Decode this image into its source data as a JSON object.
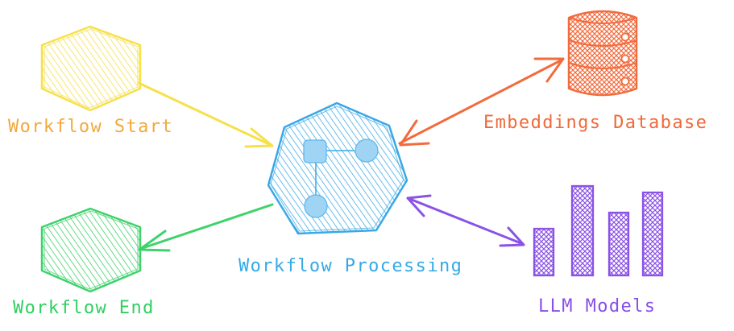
{
  "colors": {
    "start": "#f7e04a",
    "start_text": "#f2a93b",
    "end": "#3fd26b",
    "end_text": "#2fcf60",
    "processing": "#3aa8e6",
    "processing_text": "#35a9e6",
    "database": "#f26b3d",
    "database_text": "#f0693a",
    "llm": "#8a52e6",
    "llm_text": "#8a4fe6"
  },
  "nodes": {
    "start": {
      "label": "Workflow Start",
      "icon": "hexagon-icon"
    },
    "end": {
      "label": "Workflow End",
      "icon": "hexagon-icon"
    },
    "processing": {
      "label": "Workflow Processing",
      "icon": "heptagon-network-icon"
    },
    "database": {
      "label": "Embeddings Database",
      "icon": "database-cylinder-icon"
    },
    "llm": {
      "label": "LLM Models",
      "icon": "bar-chart-icon"
    }
  },
  "edges": [
    {
      "from": "start",
      "to": "processing",
      "direction": "forward"
    },
    {
      "from": "processing",
      "to": "end",
      "direction": "forward"
    },
    {
      "from": "processing",
      "to": "database",
      "direction": "both"
    },
    {
      "from": "processing",
      "to": "llm",
      "direction": "both"
    }
  ]
}
